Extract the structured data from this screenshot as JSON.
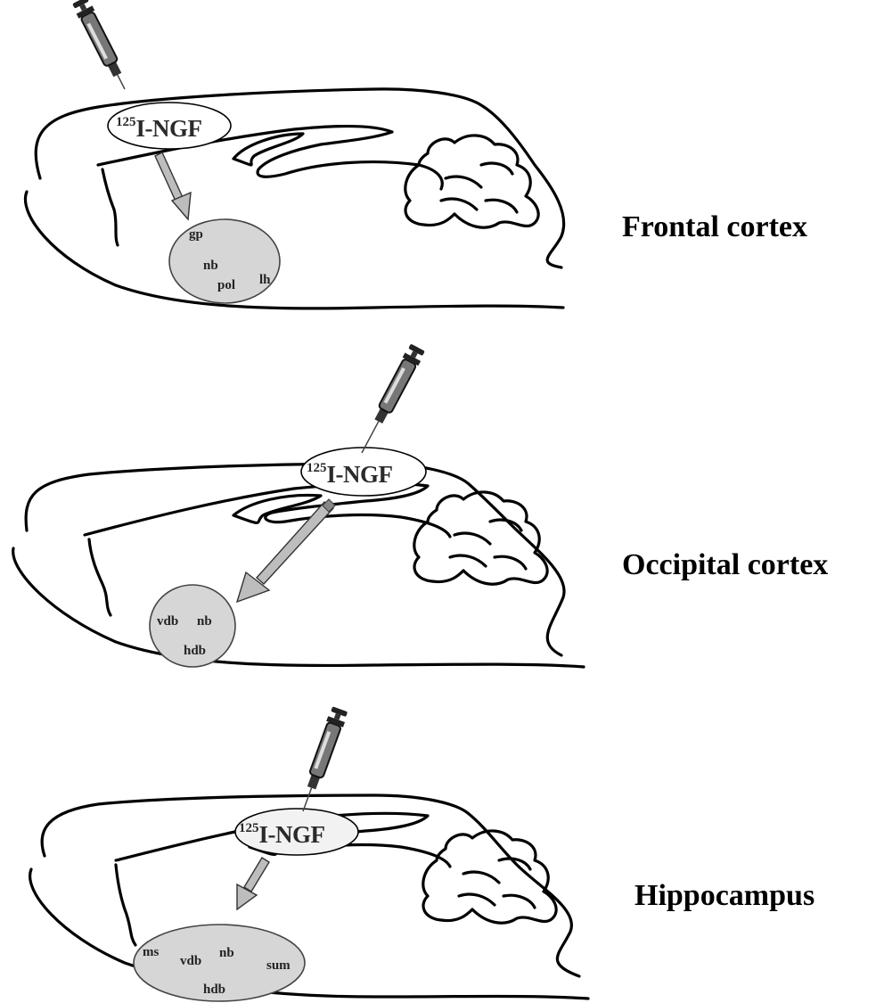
{
  "injection": {
    "isotope": "125",
    "label": "I-NGF"
  },
  "panels": [
    {
      "region": "Frontal cortex",
      "nuclei": [
        "gp",
        "nb",
        "pol",
        "lh"
      ]
    },
    {
      "region": "Occipital cortex",
      "nuclei": [
        "vdb",
        "nb",
        "hdb"
      ]
    },
    {
      "region": "Hippocampus",
      "nuclei": [
        "ms",
        "vdb",
        "nb",
        "sum",
        "hdb"
      ]
    }
  ]
}
